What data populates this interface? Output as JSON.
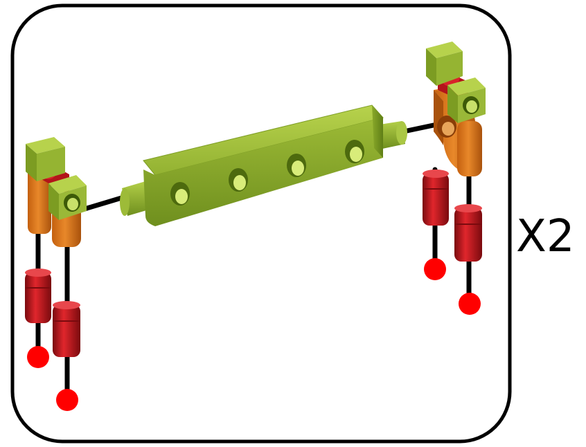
{
  "quantity_label": "X2",
  "colors": {
    "frame": "#000000",
    "block_green": "#8fae2e",
    "block_green_light": "#a8c640",
    "block_green_dark": "#6a8a1c",
    "bracket_orange": "#d9741a",
    "bracket_orange_dark": "#b05a10",
    "cylinder_red": "#c4161c",
    "cylinder_red_dark": "#8a0e12",
    "marker_red": "#ff0000",
    "cable": "#000000"
  },
  "icons": [
    "green-beam-block",
    "corner-bracket-assembly",
    "red-cylinder-connector",
    "red-endpoint-marker"
  ]
}
